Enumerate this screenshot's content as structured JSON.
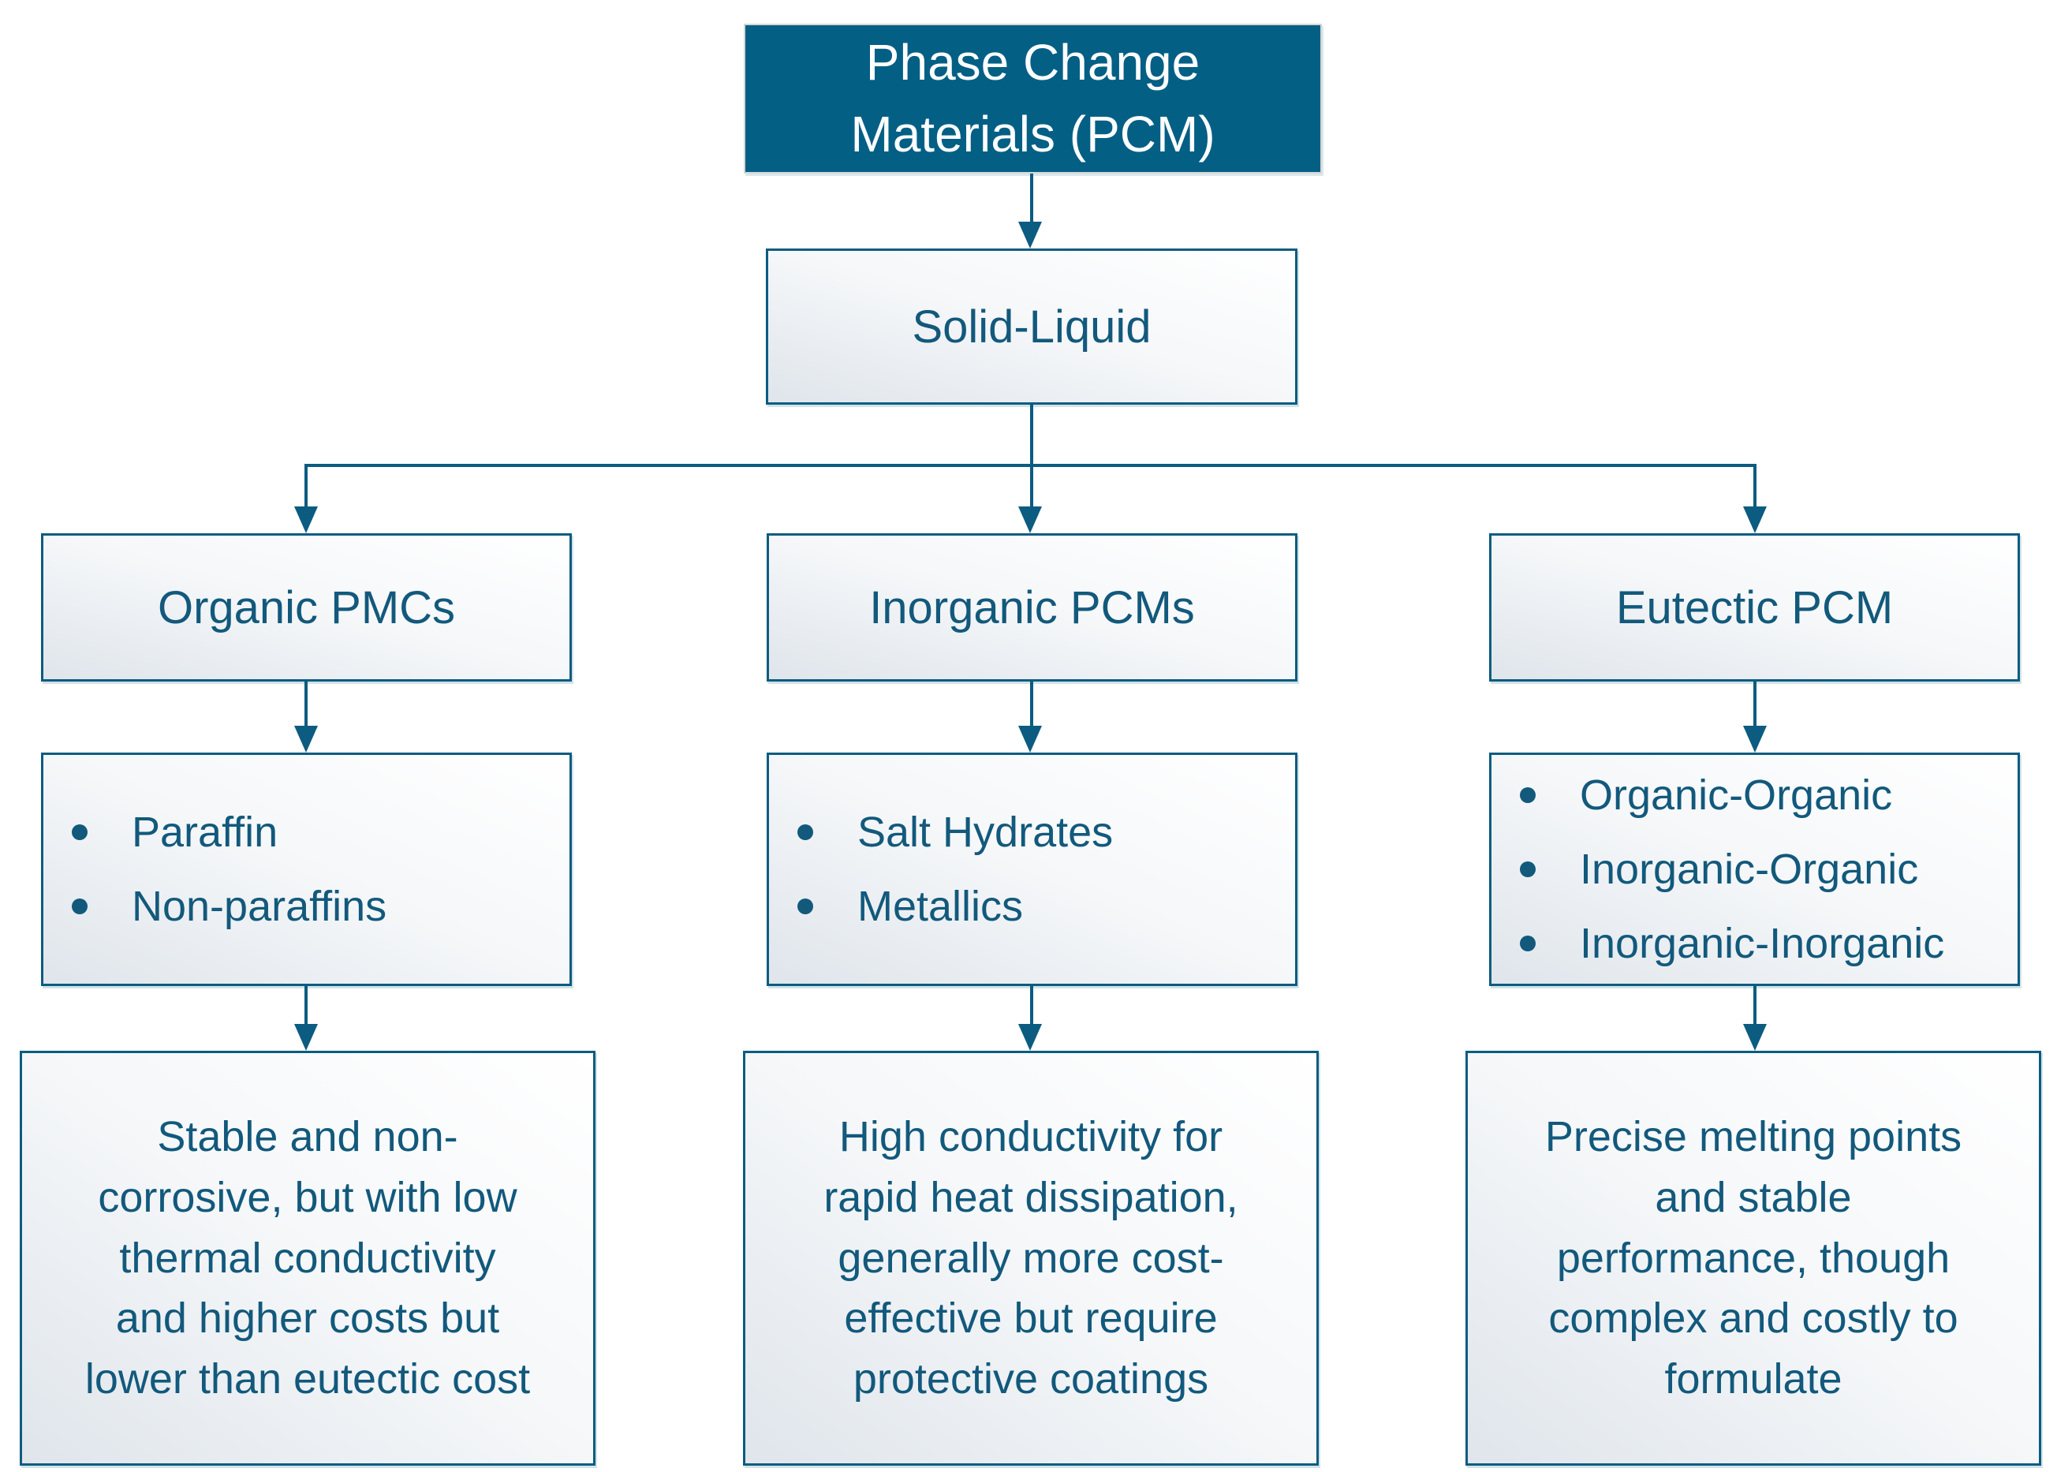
{
  "colors": {
    "accent": "#0B5C80",
    "text": "#12597C",
    "root_fill": "#045F85",
    "root_text": "#FFFFFF",
    "grad_end": "#DFE5EB",
    "title_border": "#D6D6D6"
  },
  "root": {
    "label": "Phase Change\nMaterials (PCM)"
  },
  "level2": {
    "label": "Solid-Liquid"
  },
  "branches": [
    {
      "title": "Organic PMCs",
      "items": [
        "Paraffin",
        "Non-paraffins"
      ],
      "description": "Stable and non-\ncorrosive, but with low\nthermal conductivity\nand higher costs but\nlower than eutectic cost"
    },
    {
      "title": "Inorganic PCMs",
      "items": [
        "Salt Hydrates",
        "Metallics"
      ],
      "description": "High conductivity for\nrapid heat dissipation,\ngenerally more cost-\neffective but require\nprotective coatings"
    },
    {
      "title": "Eutectic PCM",
      "items": [
        "Organic-Organic",
        "Inorganic-Organic",
        "Inorganic-Inorganic"
      ],
      "description": "Precise melting points\nand stable\nperformance, though\ncomplex and costly to\nformulate"
    }
  ]
}
